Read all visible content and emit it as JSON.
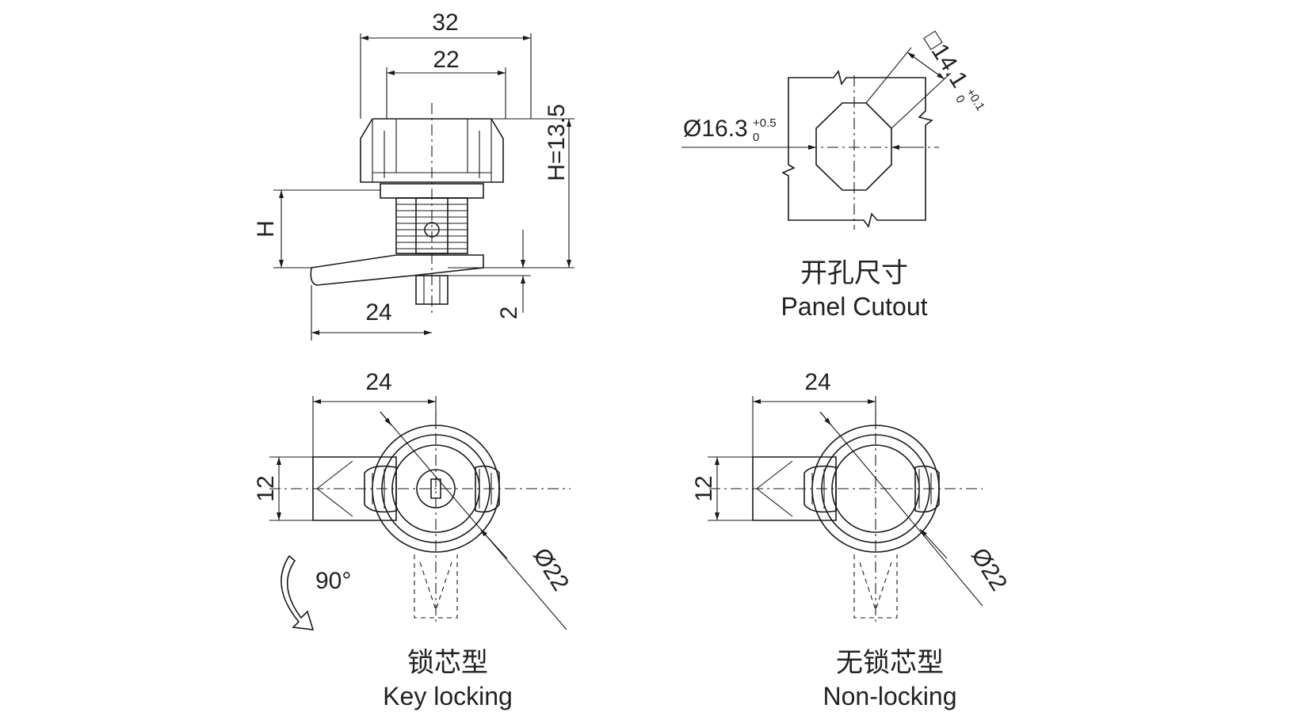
{
  "side_view": {
    "dim_width_outer": "32",
    "dim_width_inner": "22",
    "dim_height_knob": "H=13.5",
    "dim_h": "H",
    "dim_cam": "24",
    "dim_offset": "2"
  },
  "panel_cutout": {
    "dim_diameter": "Ø16.3",
    "dim_diameter_tol_upper": "+0.5",
    "dim_diameter_tol_lower": "0",
    "dim_square": "□14.1",
    "dim_square_tol_upper": "+0.1",
    "dim_square_tol_lower": "0",
    "caption_cn": "开孔尺寸",
    "caption_en": "Panel Cutout"
  },
  "key_locking": {
    "dim_cam": "24",
    "dim_width": "12",
    "dim_diameter": "Ø22",
    "rotation": "90°",
    "caption_cn": "锁芯型",
    "caption_en": "Key locking"
  },
  "non_locking": {
    "dim_cam": "24",
    "dim_width": "12",
    "dim_diameter": "Ø22",
    "caption_cn": "无锁芯型",
    "caption_en": "Non-locking"
  }
}
